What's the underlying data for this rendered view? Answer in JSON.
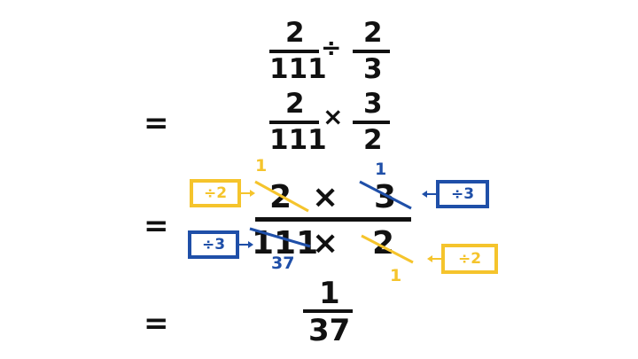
{
  "colors": {
    "ink": "#111111",
    "yellow": "#f5c42c",
    "blue": "#1f4fa8"
  },
  "row1": {
    "num1": "2",
    "den1": "111",
    "op": "÷",
    "num2": "2",
    "den2": "3"
  },
  "row2": {
    "equals": "=",
    "num1": "2",
    "den1": "111",
    "op": "×",
    "num2": "3",
    "den2": "2"
  },
  "row3": {
    "equals": "=",
    "top_left": "2",
    "top_op": "×",
    "top_right": "3",
    "bottom_left": "111",
    "bottom_op": "×",
    "bottom_right": "2",
    "reduced_top_left": "1",
    "reduced_top_right": "1",
    "reduced_bottom_left": "37",
    "reduced_bottom_right": "1",
    "box_top_left": "÷2",
    "box_top_right": "÷3",
    "box_bottom_left": "÷3",
    "box_bottom_right": "÷2"
  },
  "row4": {
    "equals": "=",
    "num": "1",
    "den": "37"
  }
}
